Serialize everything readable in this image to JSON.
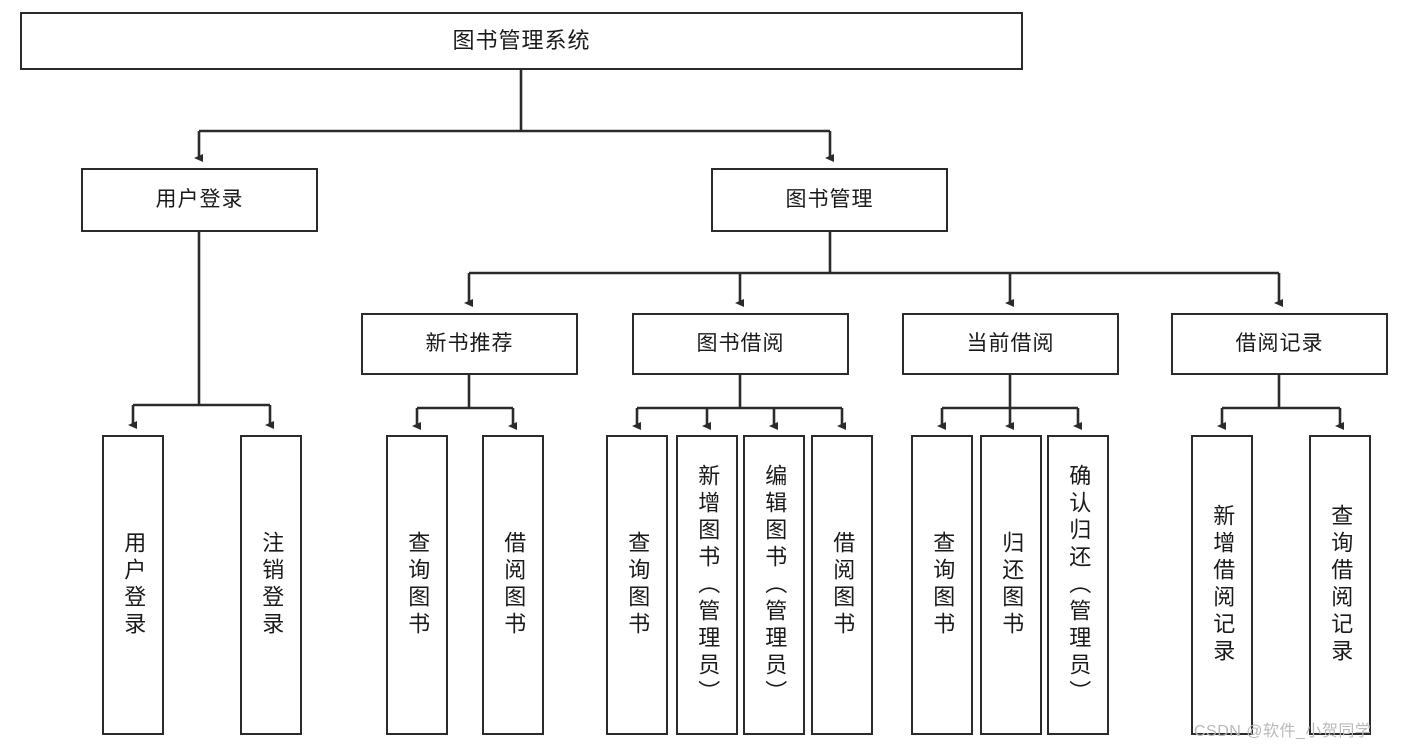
{
  "diagram": {
    "title": "图书管理系统",
    "type": "tree-hierarchy-diagram",
    "colors": {
      "box_border": "#2b2b2b",
      "box_fill": "#ffffff",
      "edge": "#2b2b2b",
      "text": "#1a1a1a",
      "watermark": "#b9b9b9",
      "background": "#ffffff"
    }
  },
  "root": {
    "label": "图书管理系统"
  },
  "level2": [
    {
      "label": "用户登录"
    },
    {
      "label": "图书管理"
    }
  ],
  "level3": [
    {
      "label": "新书推荐"
    },
    {
      "label": "图书借阅"
    },
    {
      "label": "当前借阅"
    },
    {
      "label": "借阅记录"
    }
  ],
  "leaves": {
    "user_login": [
      {
        "label": "用户登录"
      },
      {
        "label": "注销登录"
      }
    ],
    "new_book": [
      {
        "label": "查询图书"
      },
      {
        "label": "借阅图书"
      }
    ],
    "book_borrow": [
      {
        "label": "查询图书"
      },
      {
        "label": "新增图书（管理员）"
      },
      {
        "label": "编辑图书（管理员）"
      },
      {
        "label": "借阅图书"
      }
    ],
    "current_borrow": [
      {
        "label": "查询图书"
      },
      {
        "label": "归还图书"
      },
      {
        "label": "确认归还（管理员）"
      }
    ],
    "borrow_record": [
      {
        "label": "新增借阅记录"
      },
      {
        "label": "查询借阅记录"
      }
    ]
  },
  "watermark": {
    "text": "CSDN @软件_小贺同学"
  }
}
